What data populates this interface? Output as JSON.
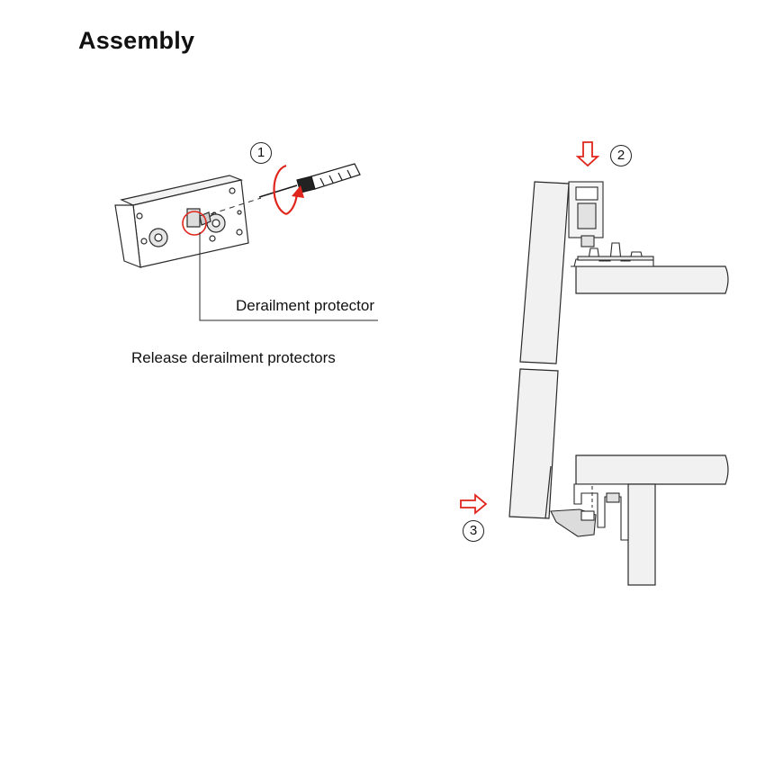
{
  "header": {
    "title": "Assembly"
  },
  "steps": [
    {
      "number": "1"
    },
    {
      "number": "2"
    },
    {
      "number": "3"
    }
  ],
  "labels": {
    "derailment_protector": "Derailment protector",
    "release_caption": "Release derailment protectors"
  },
  "colors": {
    "arrow_red": "#e0261c",
    "line": "#2a2a2a",
    "fill_light": "#f1f1f1"
  },
  "icons": [
    "screwdriver-icon",
    "rotation-arrow-icon",
    "down-arrow-icon",
    "right-arrow-icon"
  ]
}
